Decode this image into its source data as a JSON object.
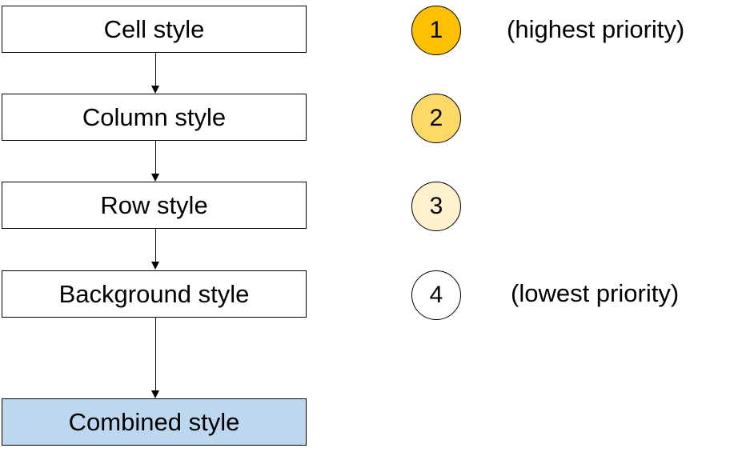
{
  "styles": [
    {
      "label": "Cell style"
    },
    {
      "label": "Column style"
    },
    {
      "label": "Row style"
    },
    {
      "label": "Background style"
    }
  ],
  "result": {
    "label": "Combined style",
    "fill": "#bdd7ee"
  },
  "priorities": [
    {
      "rank": "1",
      "note": "(highest priority)",
      "fill": "#ffc000"
    },
    {
      "rank": "2",
      "note": "",
      "fill": "#ffd966"
    },
    {
      "rank": "3",
      "note": "",
      "fill": "#fff2cc"
    },
    {
      "rank": "4",
      "note": "(lowest priority)",
      "fill": "#ffffff"
    }
  ]
}
